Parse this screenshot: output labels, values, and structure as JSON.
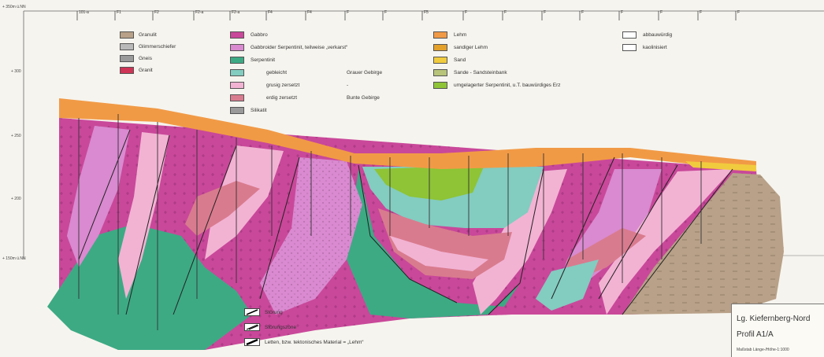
{
  "elevations": [
    "+ 350m ü.NN",
    "+ 300",
    "+ 250",
    "+ 200",
    "+ 150m ü.NN"
  ],
  "profile_marks": [
    "101-a",
    "F1",
    "F2",
    "F2-a",
    "F2-a",
    "F4",
    "F4",
    "F",
    "F",
    "F5",
    "F",
    "F",
    "F",
    "F",
    "F",
    "F",
    "F",
    "F"
  ],
  "legend_col1": [
    {
      "label": "Granulit",
      "color": "#b8a188"
    },
    {
      "label": "Glimmerschiefer",
      "color": "#b9b9b9"
    },
    {
      "label": "Gneis",
      "color": "#9a9a9a"
    },
    {
      "label": "Granit",
      "color": "#cf3355"
    }
  ],
  "legend_col2": [
    {
      "label": "Gabbro",
      "color": "#c9489a"
    },
    {
      "label": "Gabbroider Serpentinit, teilweise „verkarst“",
      "color": "#d98ad0"
    },
    {
      "label": "Serpentinit",
      "color": "#3daa84"
    },
    {
      "label": "gebleicht",
      "extra": "Grauer Gebirge",
      "color": "#83ccc0"
    },
    {
      "label": "grusig zersetzt",
      "extra": "-",
      "color": "#f2b3d3"
    },
    {
      "label": "erdig zersetzt",
      "extra": "Bunte Gebirge",
      "color": "#d97b8e"
    },
    {
      "label": "Silikatit",
      "color": "#9a9a9a"
    }
  ],
  "legend_col3": [
    {
      "label": "Lehm",
      "color": "#f19a46"
    },
    {
      "label": "sandiger Lehm",
      "color": "#e3a12a"
    },
    {
      "label": "Sand",
      "color": "#f1cb3e"
    },
    {
      "label": "Sande - Sandsteinbank",
      "color": "#b7c47a"
    },
    {
      "label": "umgelagerter Serpentinit, u.T. bauwürdiges Erz",
      "color": "#8ec436"
    }
  ],
  "legend_col4": [
    {
      "label": "abbauwürdig",
      "color": "#ffffff"
    },
    {
      "label": "kaolinisiert",
      "color": "#ffffff"
    }
  ],
  "legend_bottom": [
    {
      "label": "Störung"
    },
    {
      "label": "Störungszone"
    },
    {
      "label": "Letten, bzw. tektonisches Material = „Lehm“"
    }
  ],
  "title_block": {
    "line1": "Lg. Kiefernberg-Nord",
    "line2": "Profil A1/A",
    "line3": "Maßstab Länge-/Höhe-1:1000"
  },
  "colors": {
    "gabbro": "#c9489a",
    "gabbroid": "#d98ad0",
    "serpentinit": "#3daa84",
    "gebleicht": "#83ccc0",
    "grusig": "#f2b3d3",
    "erdig": "#d97b8e",
    "lehm": "#f19a46",
    "sand": "#f1cb3e",
    "umgelagert": "#8ec436",
    "granulit": "#b8a188"
  }
}
